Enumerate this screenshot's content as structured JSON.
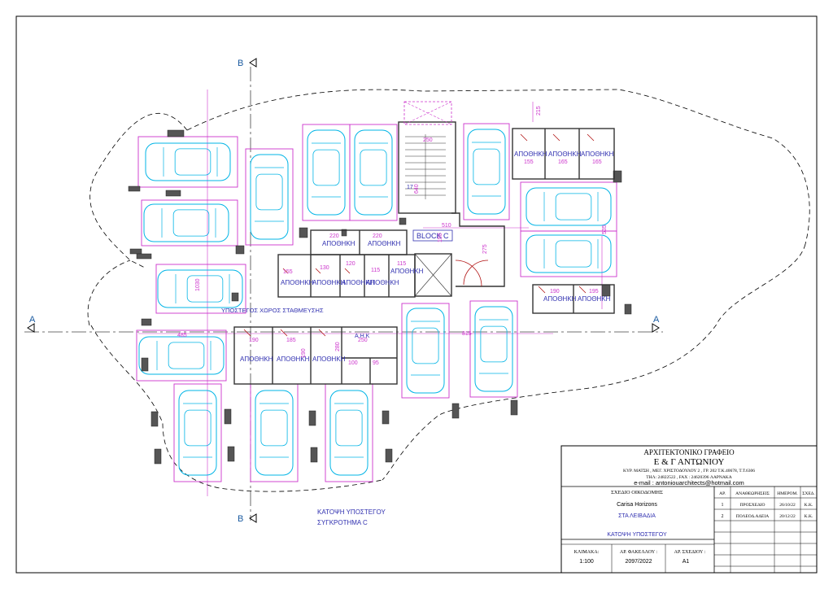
{
  "sections": {
    "a_left": "A",
    "a_right": "A",
    "b_top": "B",
    "b_bottom": "B"
  },
  "block_label": "BLOCK C",
  "storage_label": "ΑΠΟΘΗΚΗ",
  "ah_label": "Α.Η.Κ",
  "parking_area": "ΥΠΟΣΤΕΓΟΣ ΧΩΡΟΣ ΣΤΑΘΜΕΥΣΗΣ",
  "plan_caption": {
    "line1": "ΚΑΤΟΨΗ ΥΠΟΣΤΕΓΟΥ",
    "line2": "ΣΥΓΚΡΟΤΗΜΑ C"
  },
  "dims": {
    "d250": "250",
    "d640": "640",
    "d17": "17",
    "d510": "510",
    "d150": "150",
    "d275": "275",
    "d220a": "220",
    "d220b": "220",
    "d155a": "155",
    "d130": "130",
    "d120": "120",
    "d115a": "115",
    "d115b": "115",
    "d1030": "1030",
    "d485": "485",
    "d190a": "190",
    "d185": "185",
    "d190b": "190",
    "d280": "280",
    "d100": "100",
    "d95": "95",
    "d250b": "250",
    "d815": "815",
    "d215": "215",
    "d155b": "155",
    "d165a": "165",
    "d165b": "165",
    "d535": "535",
    "d190c": "190",
    "d195": "195"
  },
  "title_block": {
    "office": "ΑΡΧΙΤΕΚΤΟΝΙΚΟ ΓΡΑΦΕΙΟ",
    "firm": "Ε & Γ ΑΝΤΩΝΙΟΥ",
    "address": "ΚΥΡ. ΜΑΤΣΗ , ΜΕΓ. ΧΡΙΣΤΟΔΟΥΛΟΥ 2 ,    ΓΡ. 202   Τ.Κ.40678,   Τ.Τ.6306",
    "phone": "ΤΗΛ: 24822522 ,      FAX : 24620396  ΛΑΡΝΑΚΑ",
    "email": "e-mail  :  antoniouarchitects@hotmail.com",
    "drawing_label": "ΣΧΕΔΙΟ ΟΙΚΟΔΟΜΗΣ",
    "project": "Carisa  Horizons",
    "location": "ΣΤΑ  ΛΕΙΒΑΔΙΑ",
    "sheet_title": "ΚΑΤΟΨΗ ΥΠΟΣΤΕΓΟΥ",
    "scale_label": "ΚΛΙΜΑΚΑ:",
    "scale_value": "1:100",
    "file_label": "ΑΡ. ΦΑΚΕΛΛΟΥ :",
    "file_value": "2097/2022",
    "drawing_no_label": "ΑΡ. ΣΧΕΔΙΟΥ :",
    "drawing_no_value": "Α1",
    "rev_headers": [
      "ΑΡ.",
      "ΑΝΑΘΕΩΡΗΣΕΙΣ",
      "ΗΜΕΡΟΜ.",
      "ΣΧΕΔ."
    ],
    "revisions": [
      [
        "1",
        "ΠΡΟΣΧΕΔΙΟ",
        "26/10/22",
        "Κ.Κ."
      ],
      [
        "2",
        "ΠΟΛΕΟΔ.ΑΔΕΙΑ",
        "20/12/22",
        "Κ.Κ."
      ]
    ]
  },
  "colors": {
    "car": "#00b4e6",
    "magenta": "#cc33cc",
    "blue": "#3030b0",
    "wall": "#333333",
    "door": "#b01010"
  }
}
